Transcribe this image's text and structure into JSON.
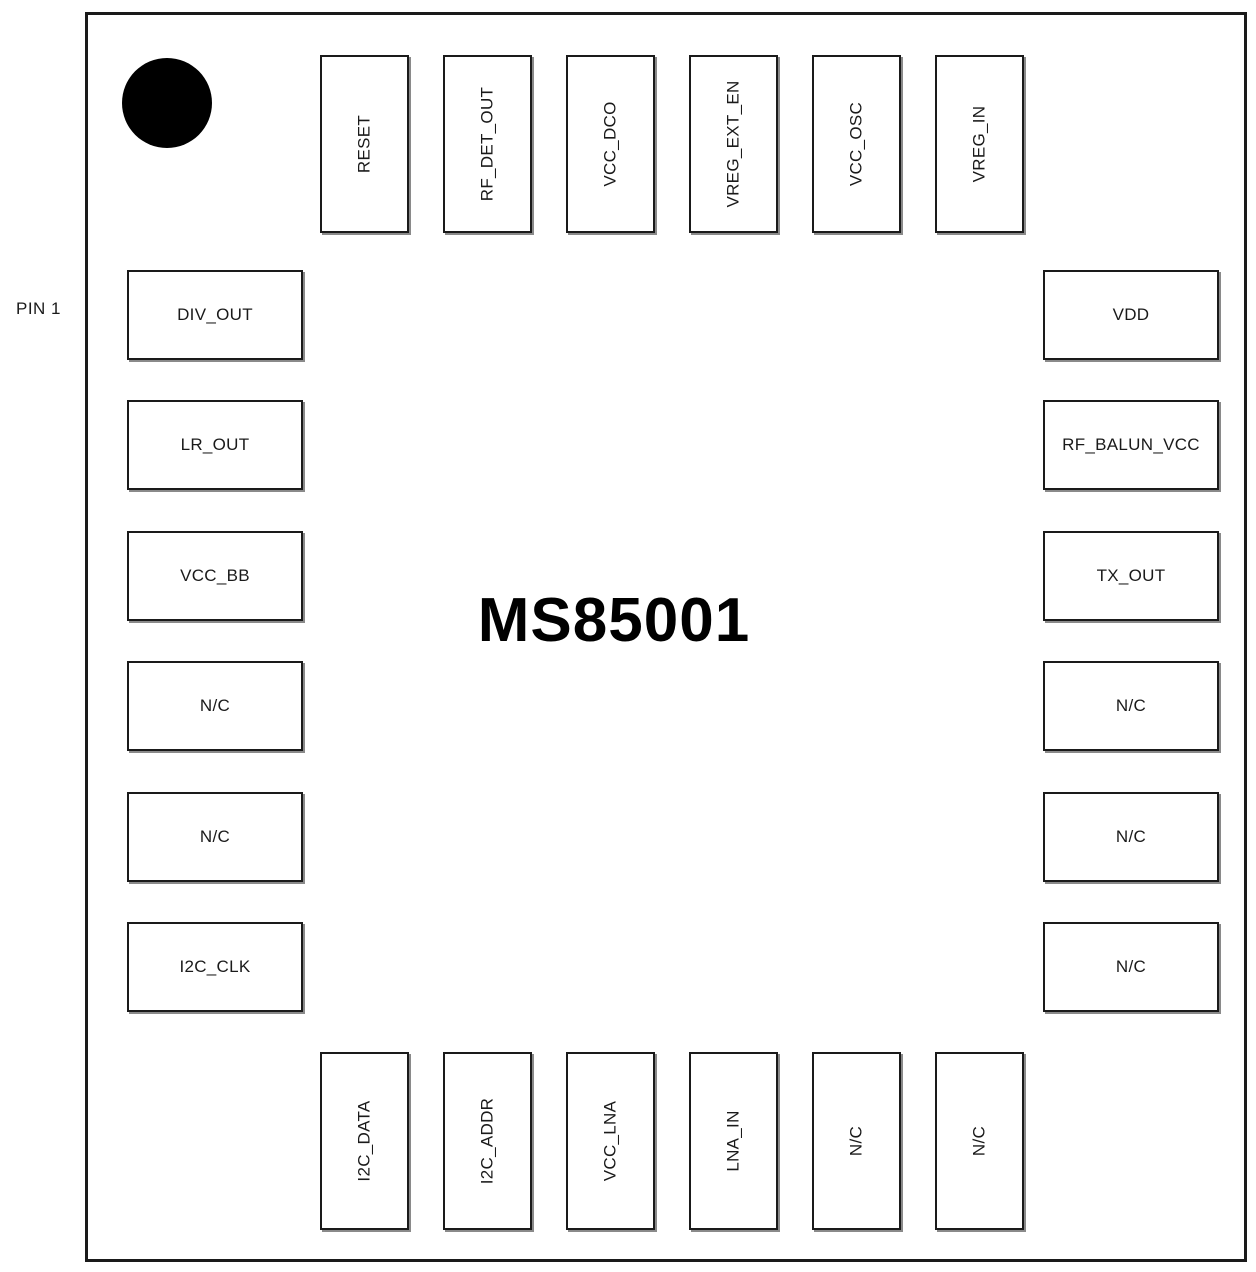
{
  "diagram": {
    "part_number": "MS85001",
    "pin1_caption": "PIN 1",
    "pin1_marker": "pin1-dot-marker",
    "outline_color": "#1a1a1a",
    "text_color": "#1a1a1a",
    "background_color": "#ffffff",
    "marker_color": "#000000"
  },
  "pins": {
    "top": [
      {
        "label": "RESET"
      },
      {
        "label": "RF_DET_OUT"
      },
      {
        "label": "VCC_DCO"
      },
      {
        "label": "VREG_EXT_EN"
      },
      {
        "label": "VCC_OSC"
      },
      {
        "label": "VREG_IN"
      }
    ],
    "left": [
      {
        "label": "DIV_OUT"
      },
      {
        "label": "LR_OUT"
      },
      {
        "label": "VCC_BB"
      },
      {
        "label": "N/C"
      },
      {
        "label": "N/C"
      },
      {
        "label": "I2C_CLK"
      }
    ],
    "right": [
      {
        "label": "VDD"
      },
      {
        "label": "RF_BALUN_VCC"
      },
      {
        "label": "TX_OUT"
      },
      {
        "label": "N/C"
      },
      {
        "label": "N/C"
      },
      {
        "label": "N/C"
      }
    ],
    "bottom": [
      {
        "label": "I2C_DATA"
      },
      {
        "label": "I2C_ADDR"
      },
      {
        "label": "VCC_LNA"
      },
      {
        "label": "LNA_IN"
      },
      {
        "label": "N/C"
      },
      {
        "label": "N/C"
      }
    ]
  }
}
